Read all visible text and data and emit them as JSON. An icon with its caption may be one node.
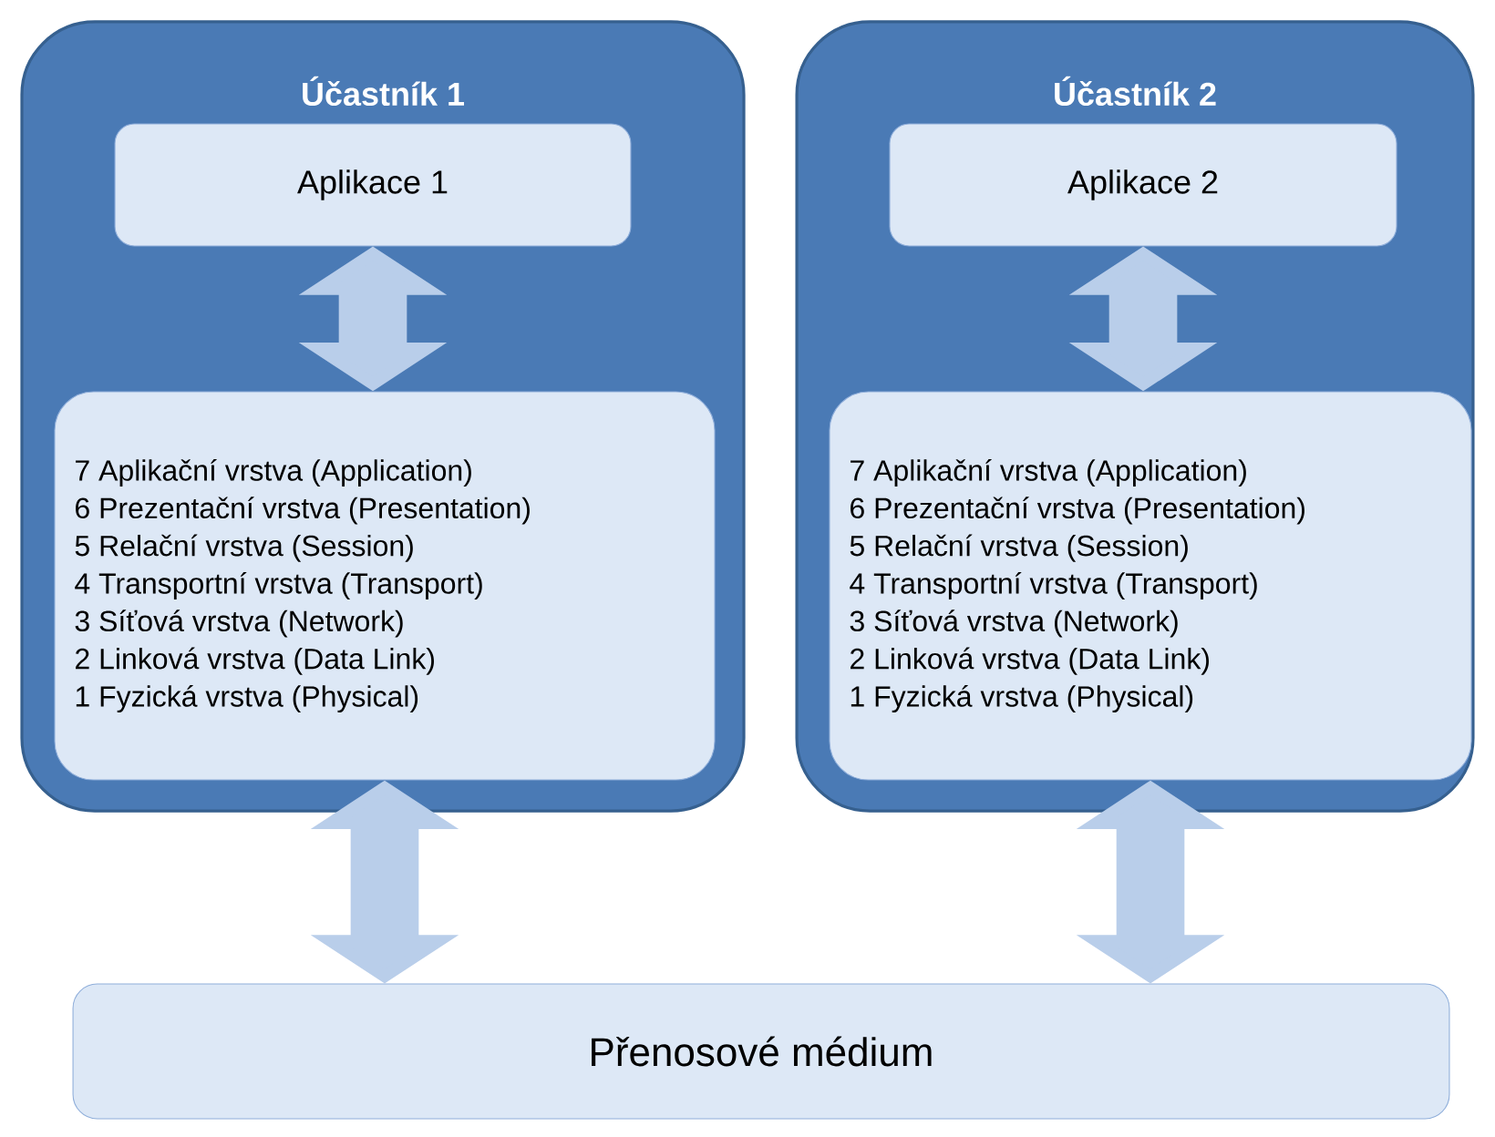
{
  "diagram": {
    "nodes": [
      {
        "text": [
          "Účastník 1"
        ]
      },
      {
        "text": [
          "Aplikace 1"
        ],
        "in": 0
      },
      {
        "text": [
          "7 Aplikační vrstva (Application)",
          "6 Prezentační vrstva (Presentation)",
          "5 Relační vrstva (Session)",
          "4 Transportní vrstva (Transport)",
          "3 Síťová vrstva (Network)",
          "2 Linková vrstva (Data Link)",
          "1 Fyzická vrstva (Physical)"
        ],
        "in": 0
      },
      {
        "text": [
          "Účastník 2"
        ]
      },
      {
        "text": [
          "Aplikace 2"
        ],
        "in": 3
      },
      {
        "text": [
          "7 Aplikační vrstva (Application)",
          "6 Prezentační vrstva (Presentation)",
          "5 Relační vrstva (Session)",
          "4 Transportní vrstva (Transport)",
          "3 Síťová vrstva (Network)",
          "2 Linková vrstva (Data Link)",
          "1 Fyzická vrstva (Physical)"
        ],
        "in": 3
      },
      {
        "text": [
          "Přenosové médium"
        ]
      }
    ],
    "edges": [
      {
        "from": 1,
        "to": 2,
        "arrow": "both"
      },
      {
        "from": 4,
        "to": 5,
        "arrow": "both"
      },
      {
        "from": 2,
        "to": 6,
        "arrow": "both"
      },
      {
        "from": 5,
        "to": 6,
        "arrow": "both"
      }
    ]
  }
}
